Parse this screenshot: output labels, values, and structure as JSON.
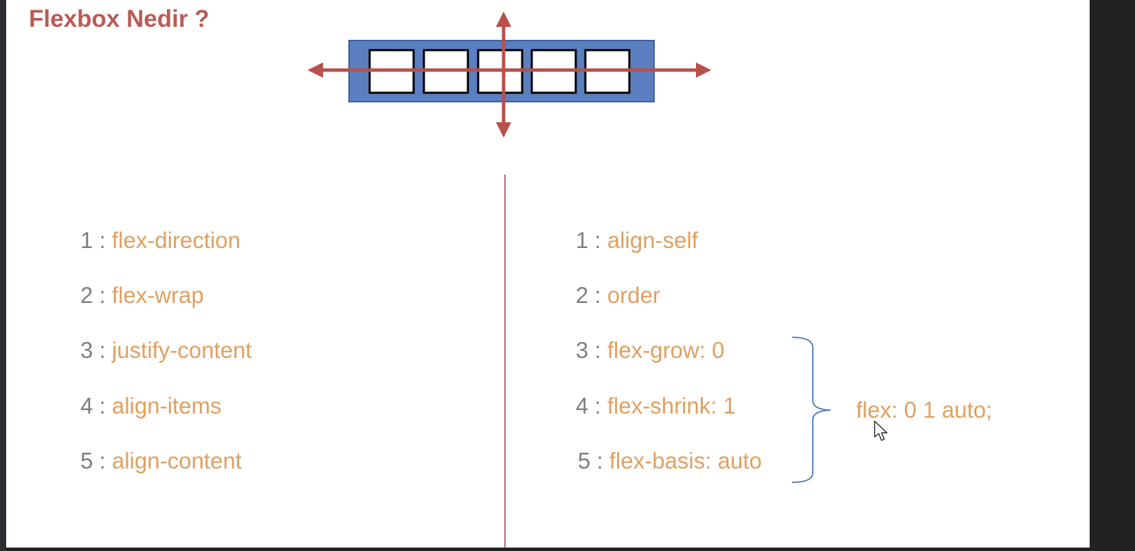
{
  "slide": {
    "title": "Flexbox Nedir ?"
  },
  "container_properties": [
    {
      "number": "1 :",
      "name": "flex-direction"
    },
    {
      "number": "2 :",
      "name": "flex-wrap"
    },
    {
      "number": "3 :",
      "name": "justify-content"
    },
    {
      "number": "4 :",
      "name": "align-items"
    },
    {
      "number": "5 :",
      "name": "align-content"
    }
  ],
  "item_properties": [
    {
      "number": "1 :",
      "name": "align-self"
    },
    {
      "number": "2 :",
      "name": "order"
    },
    {
      "number": "3 :",
      "name": "flex-grow: 0"
    },
    {
      "number": "4 :",
      "name": "flex-shrink: 1"
    },
    {
      "number": "5 :",
      "name": "flex-basis: auto"
    }
  ],
  "shorthand": "flex: 0 1 auto;",
  "colors": {
    "title": "#b95b55",
    "property": "#e0a060",
    "number": "#7f7f7f",
    "container_fill": "#5b7fc0",
    "arrow": "#b8504b",
    "brace": "#5b7fc0"
  },
  "diagram": {
    "item_count": 5
  }
}
